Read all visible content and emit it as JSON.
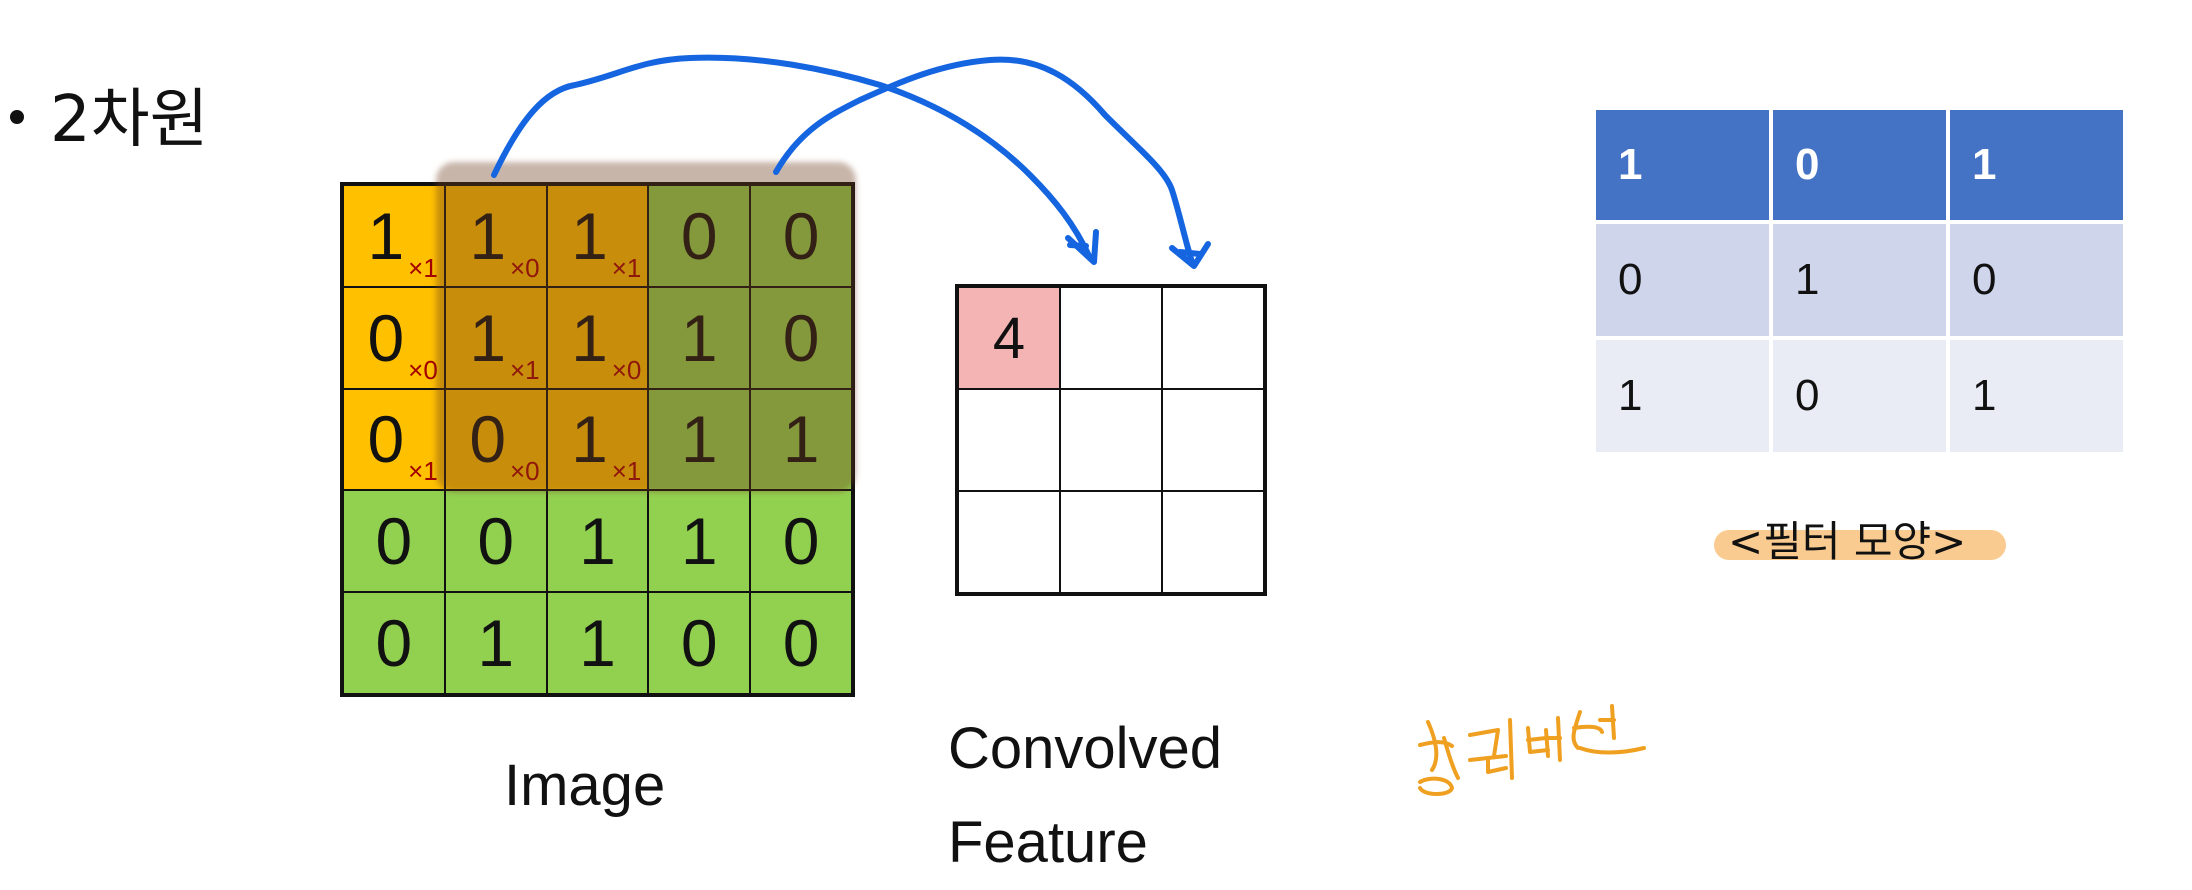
{
  "bullet": "2차원",
  "image": {
    "caption": "Image",
    "rows": [
      [
        "1",
        "1",
        "1",
        "0",
        "0"
      ],
      [
        "0",
        "1",
        "1",
        "1",
        "0"
      ],
      [
        "0",
        "0",
        "1",
        "1",
        "1"
      ],
      [
        "0",
        "0",
        "1",
        "1",
        "0"
      ],
      [
        "0",
        "1",
        "1",
        "0",
        "0"
      ]
    ],
    "kernel_multipliers": [
      [
        "×1",
        "×0",
        "×1"
      ],
      [
        "×0",
        "×1",
        "×0"
      ],
      [
        "×1",
        "×0",
        "×1"
      ]
    ],
    "colors": {
      "cell": "#92d050",
      "window": "#ffc000",
      "multiplier": "#a30000"
    }
  },
  "convolved": {
    "caption_line1": "Convolved",
    "caption_line2": "Feature",
    "rows": [
      [
        "4",
        "",
        ""
      ],
      [
        "",
        "",
        ""
      ],
      [
        "",
        "",
        ""
      ]
    ],
    "highlight_color": "#f4b4b4"
  },
  "filter": {
    "header": [
      "1",
      "0",
      "1"
    ],
    "rows": [
      [
        "0",
        "1",
        "0"
      ],
      [
        "1",
        "0",
        "1"
      ]
    ],
    "caption": "<필터 모양>",
    "colors": {
      "header": "#4472c4",
      "row_odd": "#cfd5ea",
      "row_even": "#e9ebf5",
      "caption_highlight": "#f7b96b"
    }
  },
  "annotations": {
    "arrow_color": "#1565e0",
    "handwriting_color": "#f0a020"
  }
}
